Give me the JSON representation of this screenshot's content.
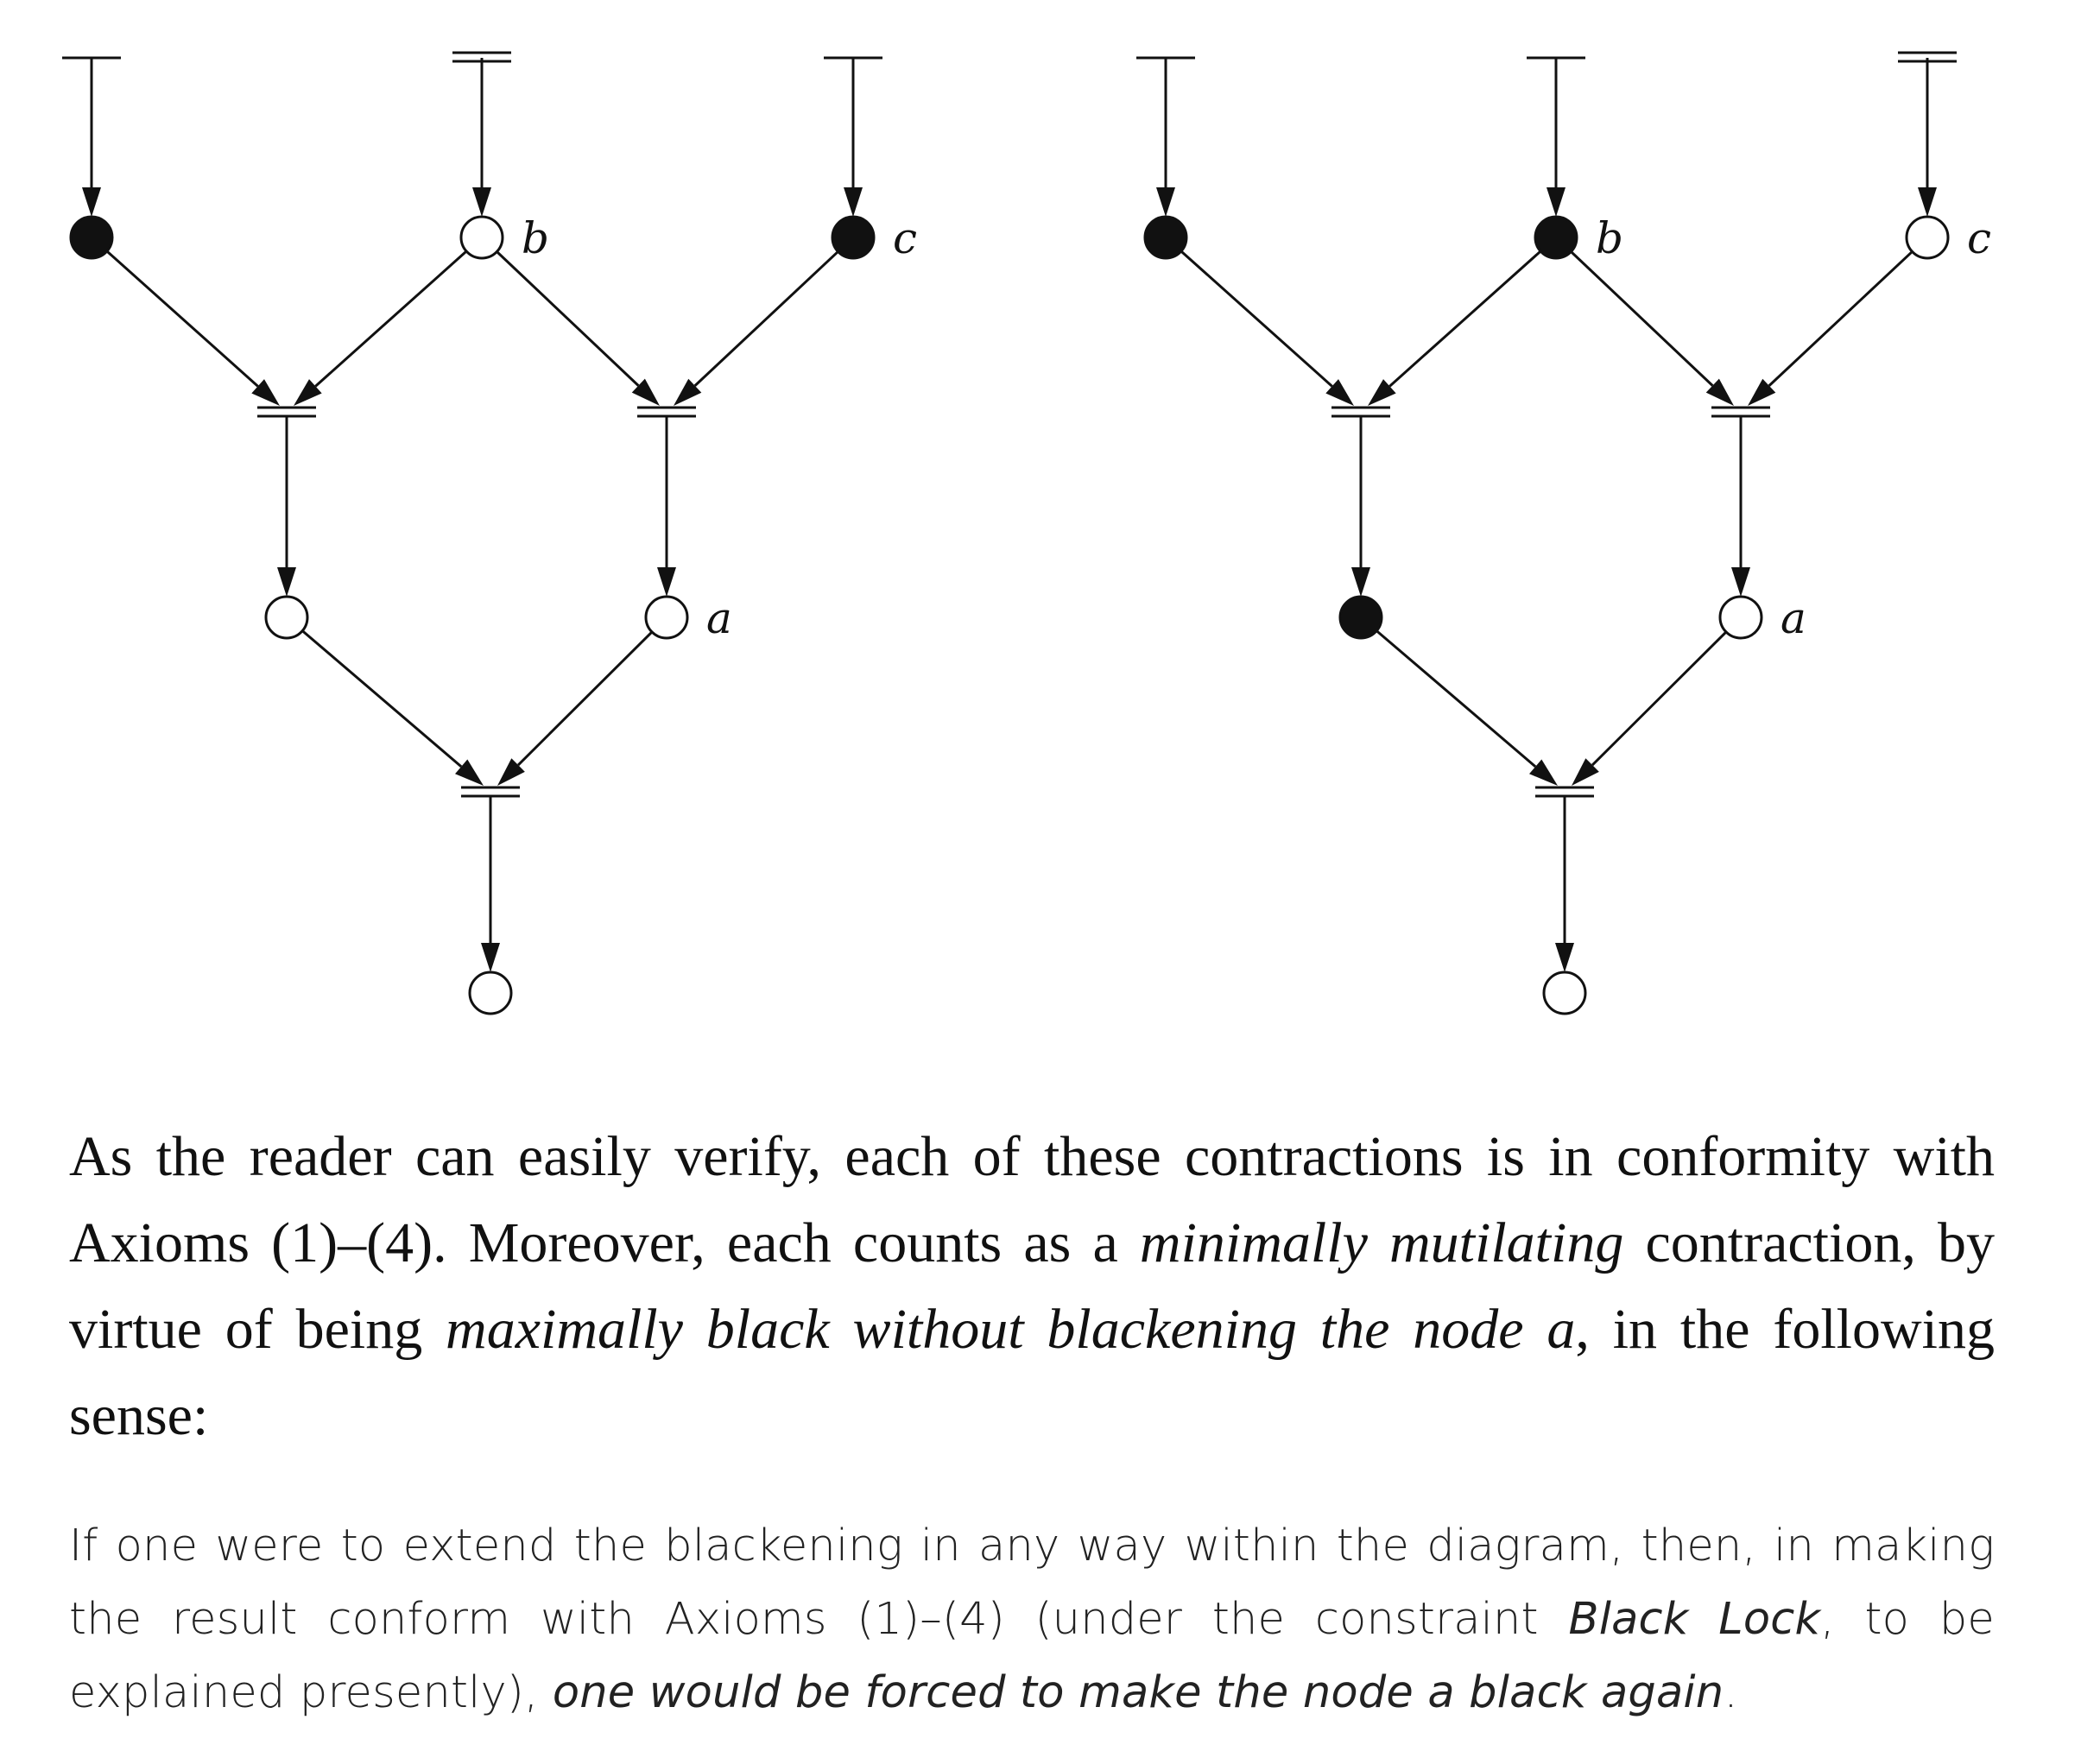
{
  "diagrams": [
    {
      "name": "left",
      "nodes": [
        {
          "id": "top1",
          "fill": "black",
          "label": ""
        },
        {
          "id": "top2",
          "fill": "white",
          "label": "b"
        },
        {
          "id": "top3",
          "fill": "black",
          "label": "c"
        },
        {
          "id": "mid1",
          "fill": "white",
          "label": ""
        },
        {
          "id": "mid2",
          "fill": "white",
          "label": "a"
        },
        {
          "id": "bottom",
          "fill": "white",
          "label": ""
        }
      ],
      "initial_bars": [
        "single",
        "double",
        "single"
      ]
    },
    {
      "name": "right",
      "nodes": [
        {
          "id": "top1",
          "fill": "black",
          "label": ""
        },
        {
          "id": "top2",
          "fill": "black",
          "label": "b"
        },
        {
          "id": "top3",
          "fill": "white",
          "label": "c"
        },
        {
          "id": "mid1",
          "fill": "black",
          "label": ""
        },
        {
          "id": "mid2",
          "fill": "white",
          "label": "a"
        },
        {
          "id": "bottom",
          "fill": "white",
          "label": ""
        }
      ],
      "initial_bars": [
        "single",
        "single",
        "double"
      ]
    }
  ],
  "text": {
    "p1_a": "As the reader can easily verify, each of these contractions is in conformity with Axioms (1)–(4). Moreover, each counts as a ",
    "p1_em1": "minimally mutilating",
    "p1_b": " contraction, by virtue of being ",
    "p1_em2": "maximally black without blackening the node a",
    "p1_c": ", in the following sense:",
    "p2_a": "If one were to extend the blackening in any way within the diagram, then, in making the result conform with Axioms (1)–(4) (under the constraint ",
    "p2_em1": "Black Lock",
    "p2_b": ", to be explained presently), ",
    "p2_em2": "one would be forced to make the node a black again",
    "p2_c": "."
  }
}
